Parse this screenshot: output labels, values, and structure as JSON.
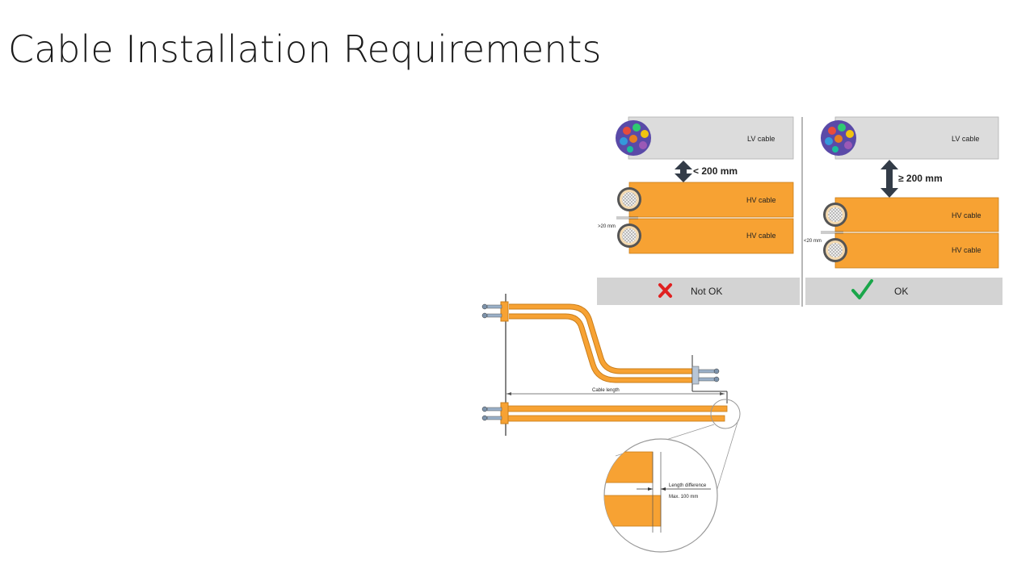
{
  "slide": {
    "title": "Cable Installation Requirements"
  },
  "separation_diagram": {
    "left_panel": {
      "lv_label": "LV cable",
      "distance_label": "< 200 mm",
      "hv_top_label": "HV cable",
      "hv_bottom_label": "HV cable",
      "gap_label": ">20 mm",
      "verdict": "Not OK",
      "verdict_icon": "cross-icon",
      "verdict_color": "#e02020"
    },
    "right_panel": {
      "lv_label": "LV cable",
      "distance_label": "≥ 200 mm",
      "hv_top_label": "HV cable",
      "hv_bottom_label": "HV cable",
      "gap_label": "<20 mm",
      "verdict": "OK",
      "verdict_icon": "check-icon",
      "verdict_color": "#1aa64a"
    }
  },
  "length_diagram": {
    "cable_length_label": "Cable length",
    "length_difference_label": "Length difference",
    "max_label": "Max. 100 mm"
  },
  "colors": {
    "hv_cable": "#f7a233",
    "lv_cable": "#dcdcdc",
    "verdict_bar": "#d3d3d3",
    "arrow": "#333c48"
  }
}
